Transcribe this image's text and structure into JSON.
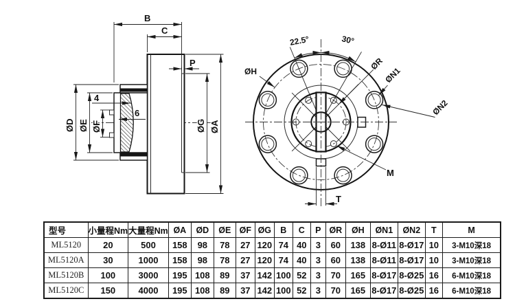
{
  "drawing": {
    "side": {
      "B": "B",
      "C": "C",
      "P": "P",
      "d4": "4",
      "d6": "6",
      "dD": "ØD",
      "dE": "ØE",
      "dF": "ØF",
      "dG": "ØG",
      "dA": "ØA"
    },
    "front": {
      "a1": "22.5°",
      "a2": "30°",
      "dH": "ØH",
      "dR": "ØR",
      "dN1": "ØN1",
      "dN2": "ØN2",
      "M": "M",
      "T": "T"
    }
  },
  "table": {
    "headers": [
      "型号",
      "小量程Nm",
      "大量程Nm",
      "ØA",
      "ØD",
      "ØE",
      "ØF",
      "ØG",
      "B",
      "C",
      "P",
      "ØR",
      "ØH",
      "ØN1",
      "ØN2",
      "T",
      "M"
    ],
    "rows": [
      [
        "ML5120",
        "20",
        "500",
        "158",
        "98",
        "78",
        "27",
        "120",
        "74",
        "40",
        "3",
        "60",
        "138",
        "8-Ø11",
        "8-Ø17",
        "10",
        "3-M10深18"
      ],
      [
        "ML5120A",
        "30",
        "1000",
        "158",
        "98",
        "78",
        "27",
        "120",
        "74",
        "40",
        "3",
        "60",
        "138",
        "8-Ø11",
        "8-Ø17",
        "10",
        "3-M10深18"
      ],
      [
        "ML5120B",
        "100",
        "3000",
        "195",
        "108",
        "89",
        "37",
        "142",
        "100",
        "52",
        "3",
        "70",
        "165",
        "8-Ø17",
        "8-Ø25",
        "16",
        "6-M10深18"
      ],
      [
        "ML5120C",
        "150",
        "4000",
        "195",
        "108",
        "89",
        "37",
        "142",
        "100",
        "52",
        "3",
        "70",
        "165",
        "8-Ø17",
        "8-Ø25",
        "16",
        "6-M10深18"
      ]
    ]
  },
  "colors": {
    "line": "#1a1a1a",
    "background": "#ffffff"
  }
}
